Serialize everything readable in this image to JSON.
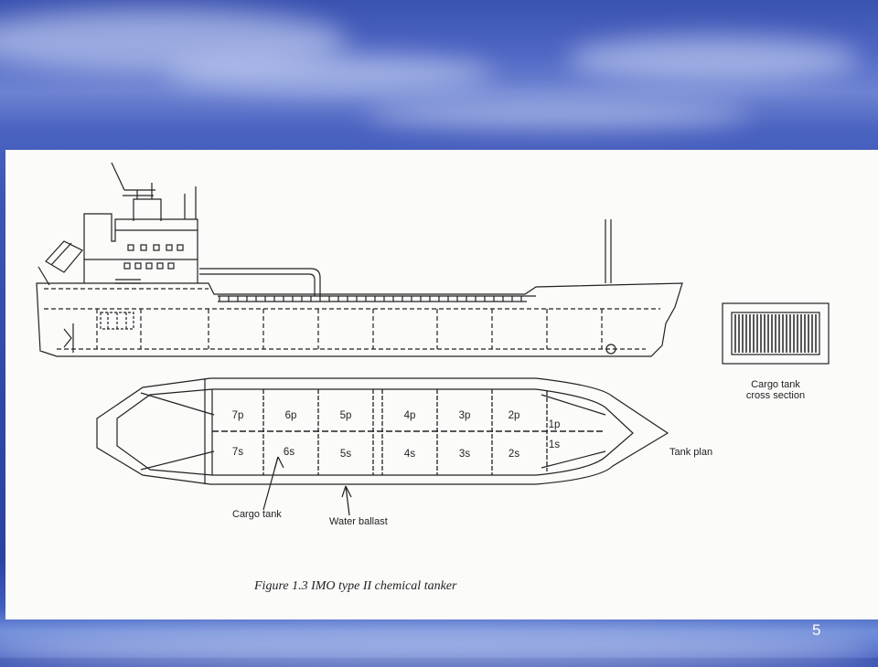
{
  "figure": {
    "caption": "Figure 1.3  IMO type II chemical tanker",
    "labels": {
      "cross_section": [
        "Cargo tank",
        "cross section"
      ],
      "tank_plan": "Tank plan",
      "cargo_tank": "Cargo tank",
      "water_ballast": "Water ballast"
    },
    "tanks_port": [
      "7p",
      "6p",
      "5p",
      "4p",
      "3p",
      "2p",
      "1p"
    ],
    "tanks_starboard": [
      "7s",
      "6s",
      "5s",
      "4s",
      "3s",
      "2s",
      "1s"
    ]
  },
  "slide": {
    "number": "5"
  },
  "colors": {
    "background": "#3147a8",
    "panel": "#fbfbfa",
    "ink": "#222222"
  }
}
